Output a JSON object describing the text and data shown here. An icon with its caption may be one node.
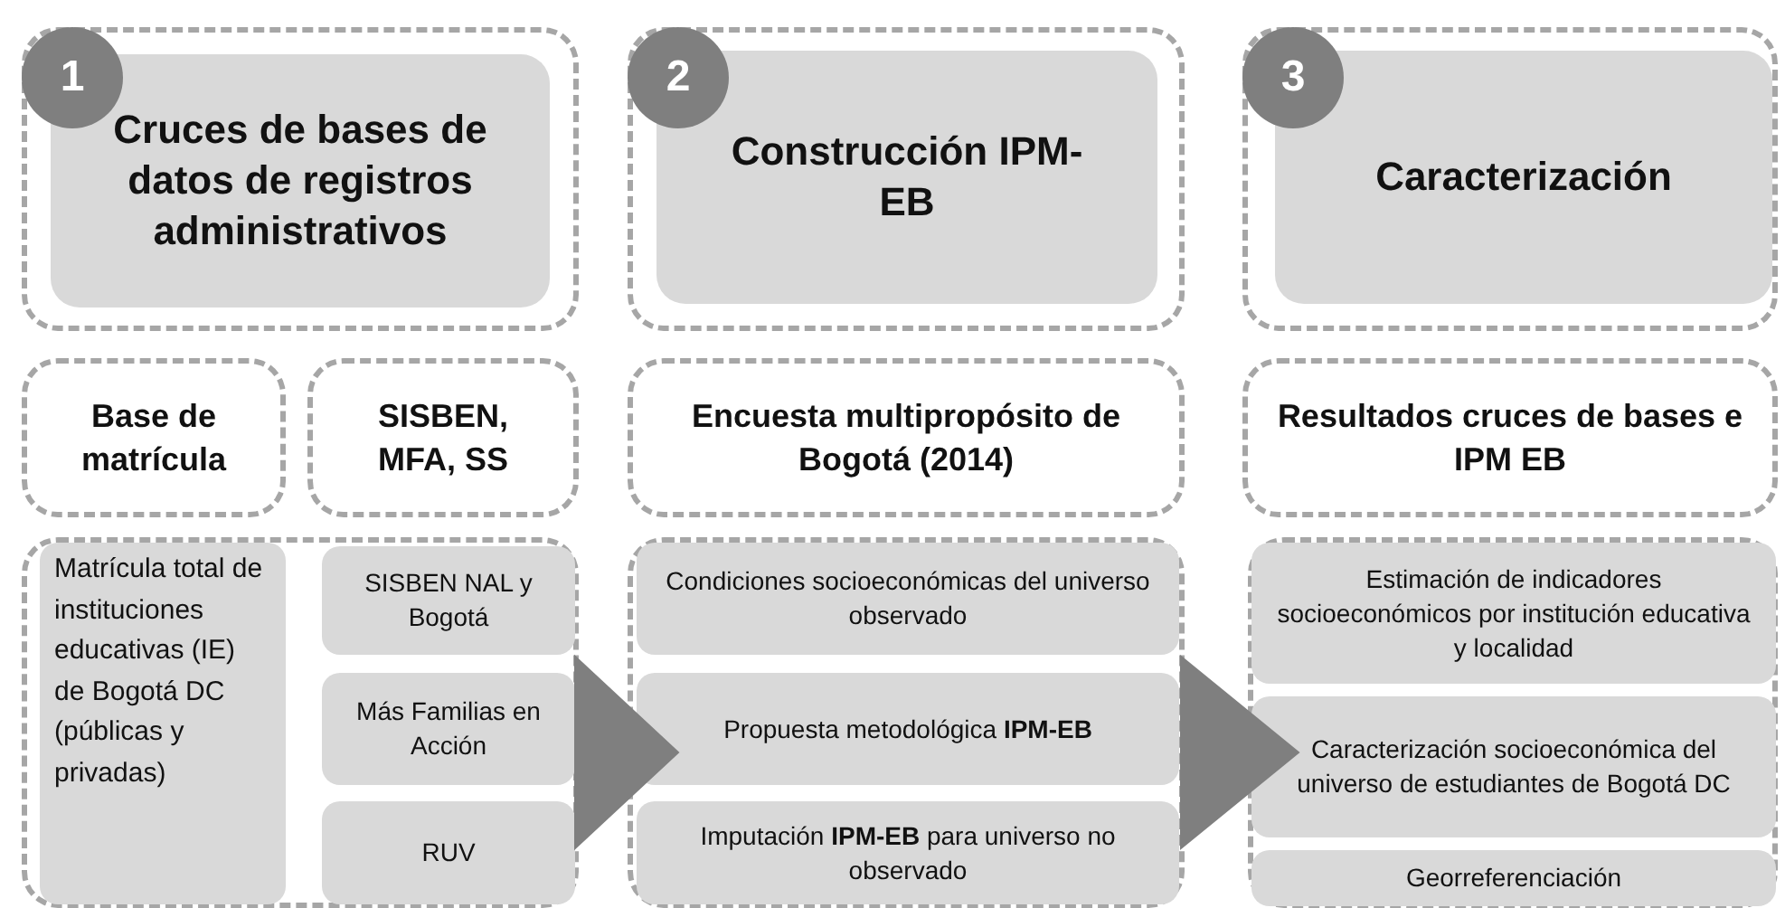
{
  "diagram": {
    "nodes": [
      {
        "text": [],
        "shape": "box"
      },
      {
        "text": [
          "1"
        ],
        "in": 0
      },
      {
        "text": [
          "Cruces de bases de datos de registros administrativos"
        ],
        "in": 0
      },
      {
        "text": [
          "Base de matrícula"
        ]
      },
      {
        "text": [
          "SISBEN, MFA, SS"
        ]
      },
      {
        "text": [],
        "shape": "box"
      },
      {
        "text": [
          "Matrícula total de instituciones educativas (IE) de Bogotá DC (públicas y privadas)"
        ],
        "in": 5
      },
      {
        "text": [
          "SISBEN NAL y Bogotá"
        ],
        "in": 5
      },
      {
        "text": [
          "Más Familias en Acción"
        ],
        "in": 5
      },
      {
        "text": [
          "RUV"
        ],
        "in": 5
      },
      {
        "text": [],
        "shape": "box"
      },
      {
        "text": [
          "2"
        ],
        "in": 10
      },
      {
        "text": [
          "Construcción IPM-EB"
        ],
        "in": 10
      },
      {
        "text": [
          "Encuesta multipropósito de Bogotá (2014)"
        ]
      },
      {
        "text": [],
        "shape": "box"
      },
      {
        "text": [
          "Condiciones socioeconómicas del universo observado"
        ],
        "in": 14
      },
      {
        "text": [
          "Propuesta metodológica **IPM-EB**"
        ],
        "in": 14
      },
      {
        "text": [
          "Imputación **IPM-EB** para universo no observado"
        ],
        "in": 14
      },
      {
        "text": [],
        "shape": "box"
      },
      {
        "text": [
          "3"
        ],
        "in": 18
      },
      {
        "text": [
          "Caracterización"
        ],
        "in": 18
      },
      {
        "text": [
          "Resultados cruces de bases e IPM EB"
        ]
      },
      {
        "text": [],
        "shape": "box"
      },
      {
        "text": [
          "Estimación de indicadores socioeconómicos por institución educativa y localidad"
        ],
        "in": 22
      },
      {
        "text": [
          "Caracterización socioeconómica del universo de estudiantes de Bogotá DC"
        ],
        "in": 22
      },
      {
        "text": [
          "Georreferenciación"
        ],
        "in": 22
      }
    ],
    "edges": [
      {
        "from": 5,
        "to": 14,
        "arrow": "to"
      },
      {
        "from": 14,
        "to": 22,
        "arrow": "to"
      }
    ]
  }
}
